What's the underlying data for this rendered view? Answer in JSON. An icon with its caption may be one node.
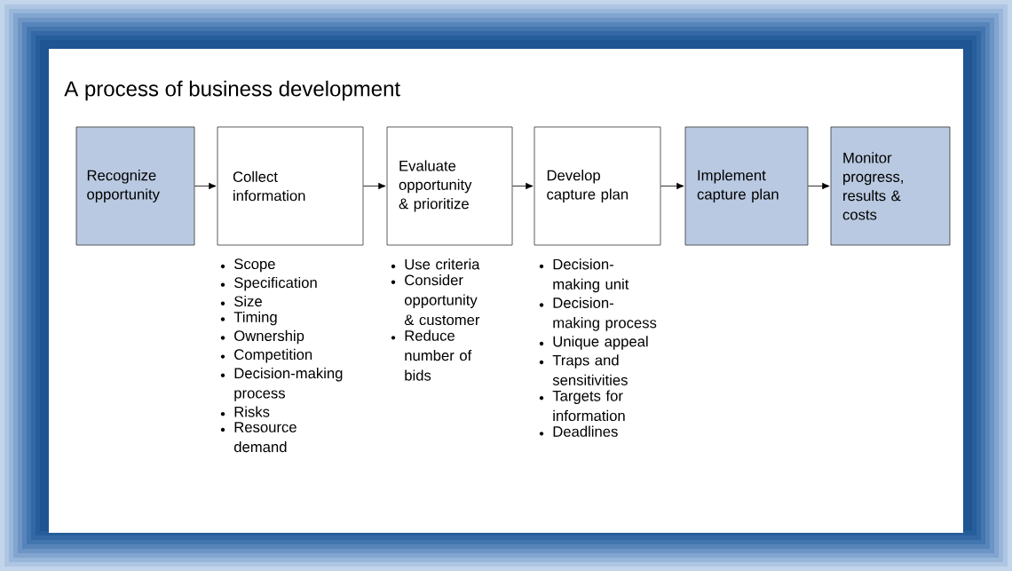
{
  "diagram": {
    "title": "A process of business development",
    "nodes": [
      {
        "text": [
          "Recognize opportunity"
        ]
      },
      {
        "text": [
          "Collect information"
        ],
        "beside": [
          "Scope",
          "Specification",
          "Size",
          "Timing",
          "Ownership",
          "Competition",
          "Decision-making process",
          "Risks",
          "Resource demand"
        ]
      },
      {
        "text": [
          "Evaluate opportunity & prioritize"
        ],
        "beside": [
          "Use criteria",
          "Consider opportunity & customer",
          "Reduce number of bids"
        ]
      },
      {
        "text": [
          "Develop capture plan"
        ],
        "beside": [
          "Decision-making unit",
          "Decision-making process",
          "Unique appeal",
          "Traps and sensitivities",
          "Targets for information",
          "Deadlines"
        ]
      },
      {
        "text": [
          "Implement capture plan"
        ]
      },
      {
        "text": [
          "Monitor progress, results & costs"
        ]
      }
    ],
    "edges": [
      {
        "from": 0,
        "to": 1,
        "arrow": "to"
      },
      {
        "from": 1,
        "to": 2,
        "arrow": "to"
      },
      {
        "from": 2,
        "to": 3,
        "arrow": "to"
      },
      {
        "from": 3,
        "to": 4,
        "arrow": "to"
      },
      {
        "from": 4,
        "to": 5,
        "arrow": "to"
      }
    ]
  }
}
